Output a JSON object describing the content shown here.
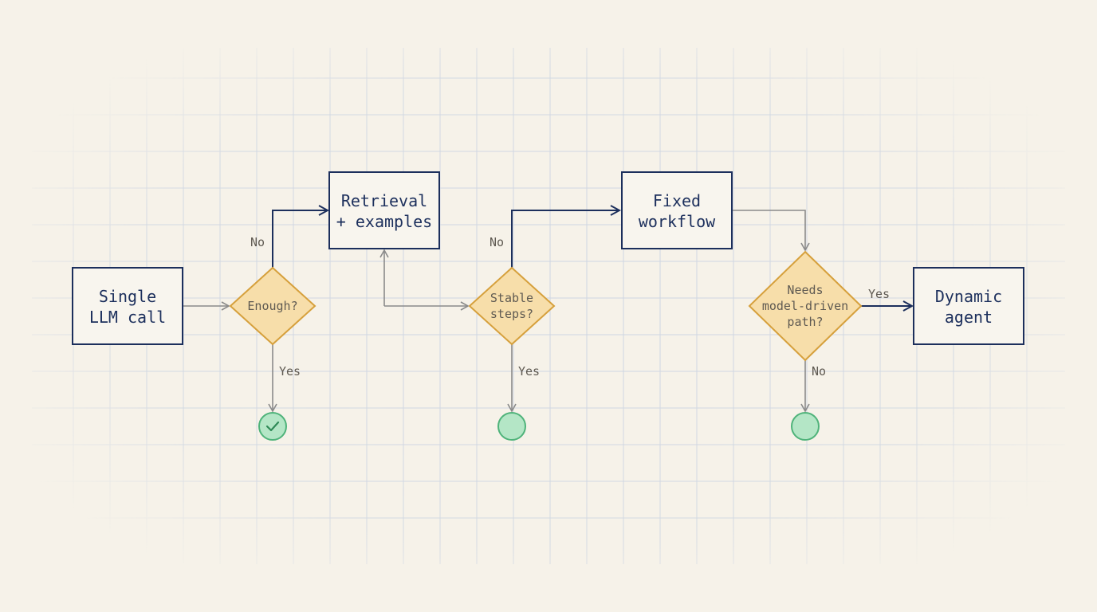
{
  "nodes": {
    "single_llm_call": [
      "Single",
      "LLM call"
    ],
    "retrieval_examples": [
      "Retrieval",
      "+ examples"
    ],
    "fixed_workflow": [
      "Fixed",
      "workflow"
    ],
    "dynamic_agent": [
      "Dynamic",
      "agent"
    ]
  },
  "decisions": {
    "enough": [
      "Enough?"
    ],
    "stable_steps": [
      "Stable",
      "steps?"
    ],
    "needs_model_driven_path": [
      "Needs",
      "model-driven",
      "path?"
    ]
  },
  "edge_labels": {
    "enough_no": "No",
    "enough_yes": "Yes",
    "stable_no": "No",
    "stable_yes": "Yes",
    "needs_yes": "Yes",
    "needs_no": "No"
  },
  "terminals": {
    "enough_yes": "check-icon",
    "stable_yes": "circle-icon",
    "needs_no": "circle-icon"
  },
  "colors": {
    "background": "#f6f2e9",
    "grid": "#bfcbe0",
    "box_stroke": "#1c2f5c",
    "box_text": "#1c2f5c",
    "decision_fill": "#f7deaa",
    "decision_stroke": "#d6a03c",
    "terminal_fill": "#b4e6c6",
    "terminal_stroke": "#4fb37a",
    "arrow_muted": "#8a8a8a",
    "arrow_primary": "#1c2f5c"
  }
}
